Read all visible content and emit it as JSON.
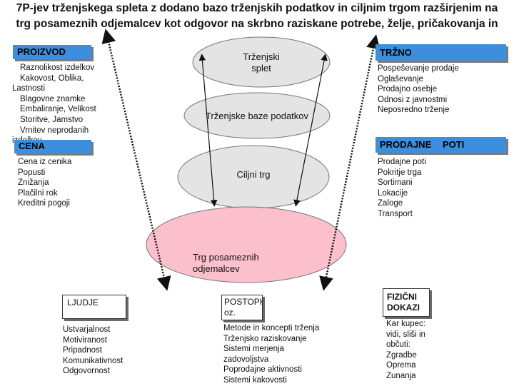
{
  "title": {
    "line1": "7P-jev trženjskega spleta z dodano bazo trženjskih podatkov in ciljnim trgom razširjenim na",
    "line2": "trg posameznih odjemalcev kot odgovor na skrbno raziskane potrebe, želje, pričakovanja in"
  },
  "proizvod": {
    "header": "PROIZVOD",
    "items": [
      "Raznolikost izdelkov",
      "Kakovost, Oblika,",
      "Lastnosti",
      "Blagovne znamke",
      "Embaliranje, Velikost",
      "Storitve, Jamstvo",
      "Vrnitev neprodanih",
      "izdelkov"
    ]
  },
  "cena": {
    "header": "CENA",
    "items": [
      "Cena iz cenika",
      "Popusti",
      "Znižanja",
      "Plačilni rok",
      "Kreditni pogoji"
    ]
  },
  "trzno": {
    "header": "TRŽNO",
    "items": [
      "Pospeševanje prodaje",
      "Oglaševanje",
      "Prodajno osebje",
      "Odnosi z javnostmi",
      "Neposredno trženje"
    ]
  },
  "prodajne_poti": {
    "header_left": "PRODAJNE",
    "header_right": "POTI",
    "items": [
      "Prodajne poti",
      "Pokritje trga",
      "Sortimani",
      "Lokacije",
      "Zaloge",
      "Transport"
    ]
  },
  "ellipses": {
    "splet_line1": "Trženjski",
    "splet_line2": "splet",
    "baze": "Trženjske baze podatkov",
    "ciljni": "Ciljni trg",
    "posamezni_line1": "Trg posameznih",
    "posamezni_line2": "odjemalcev"
  },
  "ljudje": {
    "header": "LJUDJE",
    "items": [
      "Ustvarjalnost",
      "Motiviranost",
      "Pripadnost",
      "Komunikativnost",
      "Odgovornost"
    ]
  },
  "postopki": {
    "header_line1": "POSTOPKI",
    "header_line2": "oz.",
    "items": [
      "Metode in koncepti trženja",
      "Trženjsko raziskovanje",
      "Sistemi merjenja",
      "zadovoljstva",
      "Poprodajne aktivnosti",
      "Sistemi kakovosti"
    ]
  },
  "dokazi": {
    "header_line1": "FIZIČNI",
    "header_line2": "DOKAZI",
    "items": [
      "Kar kupec:",
      "vidi, sliši in",
      "občuti:",
      "Zgradbe",
      "Oprema",
      "Zunanja"
    ]
  },
  "colors": {
    "header_blue": "#3d8fdd",
    "ellipse_gray": "#e4e4e4",
    "ellipse_pink": "#fcc0cc",
    "arrow": "#111111"
  }
}
